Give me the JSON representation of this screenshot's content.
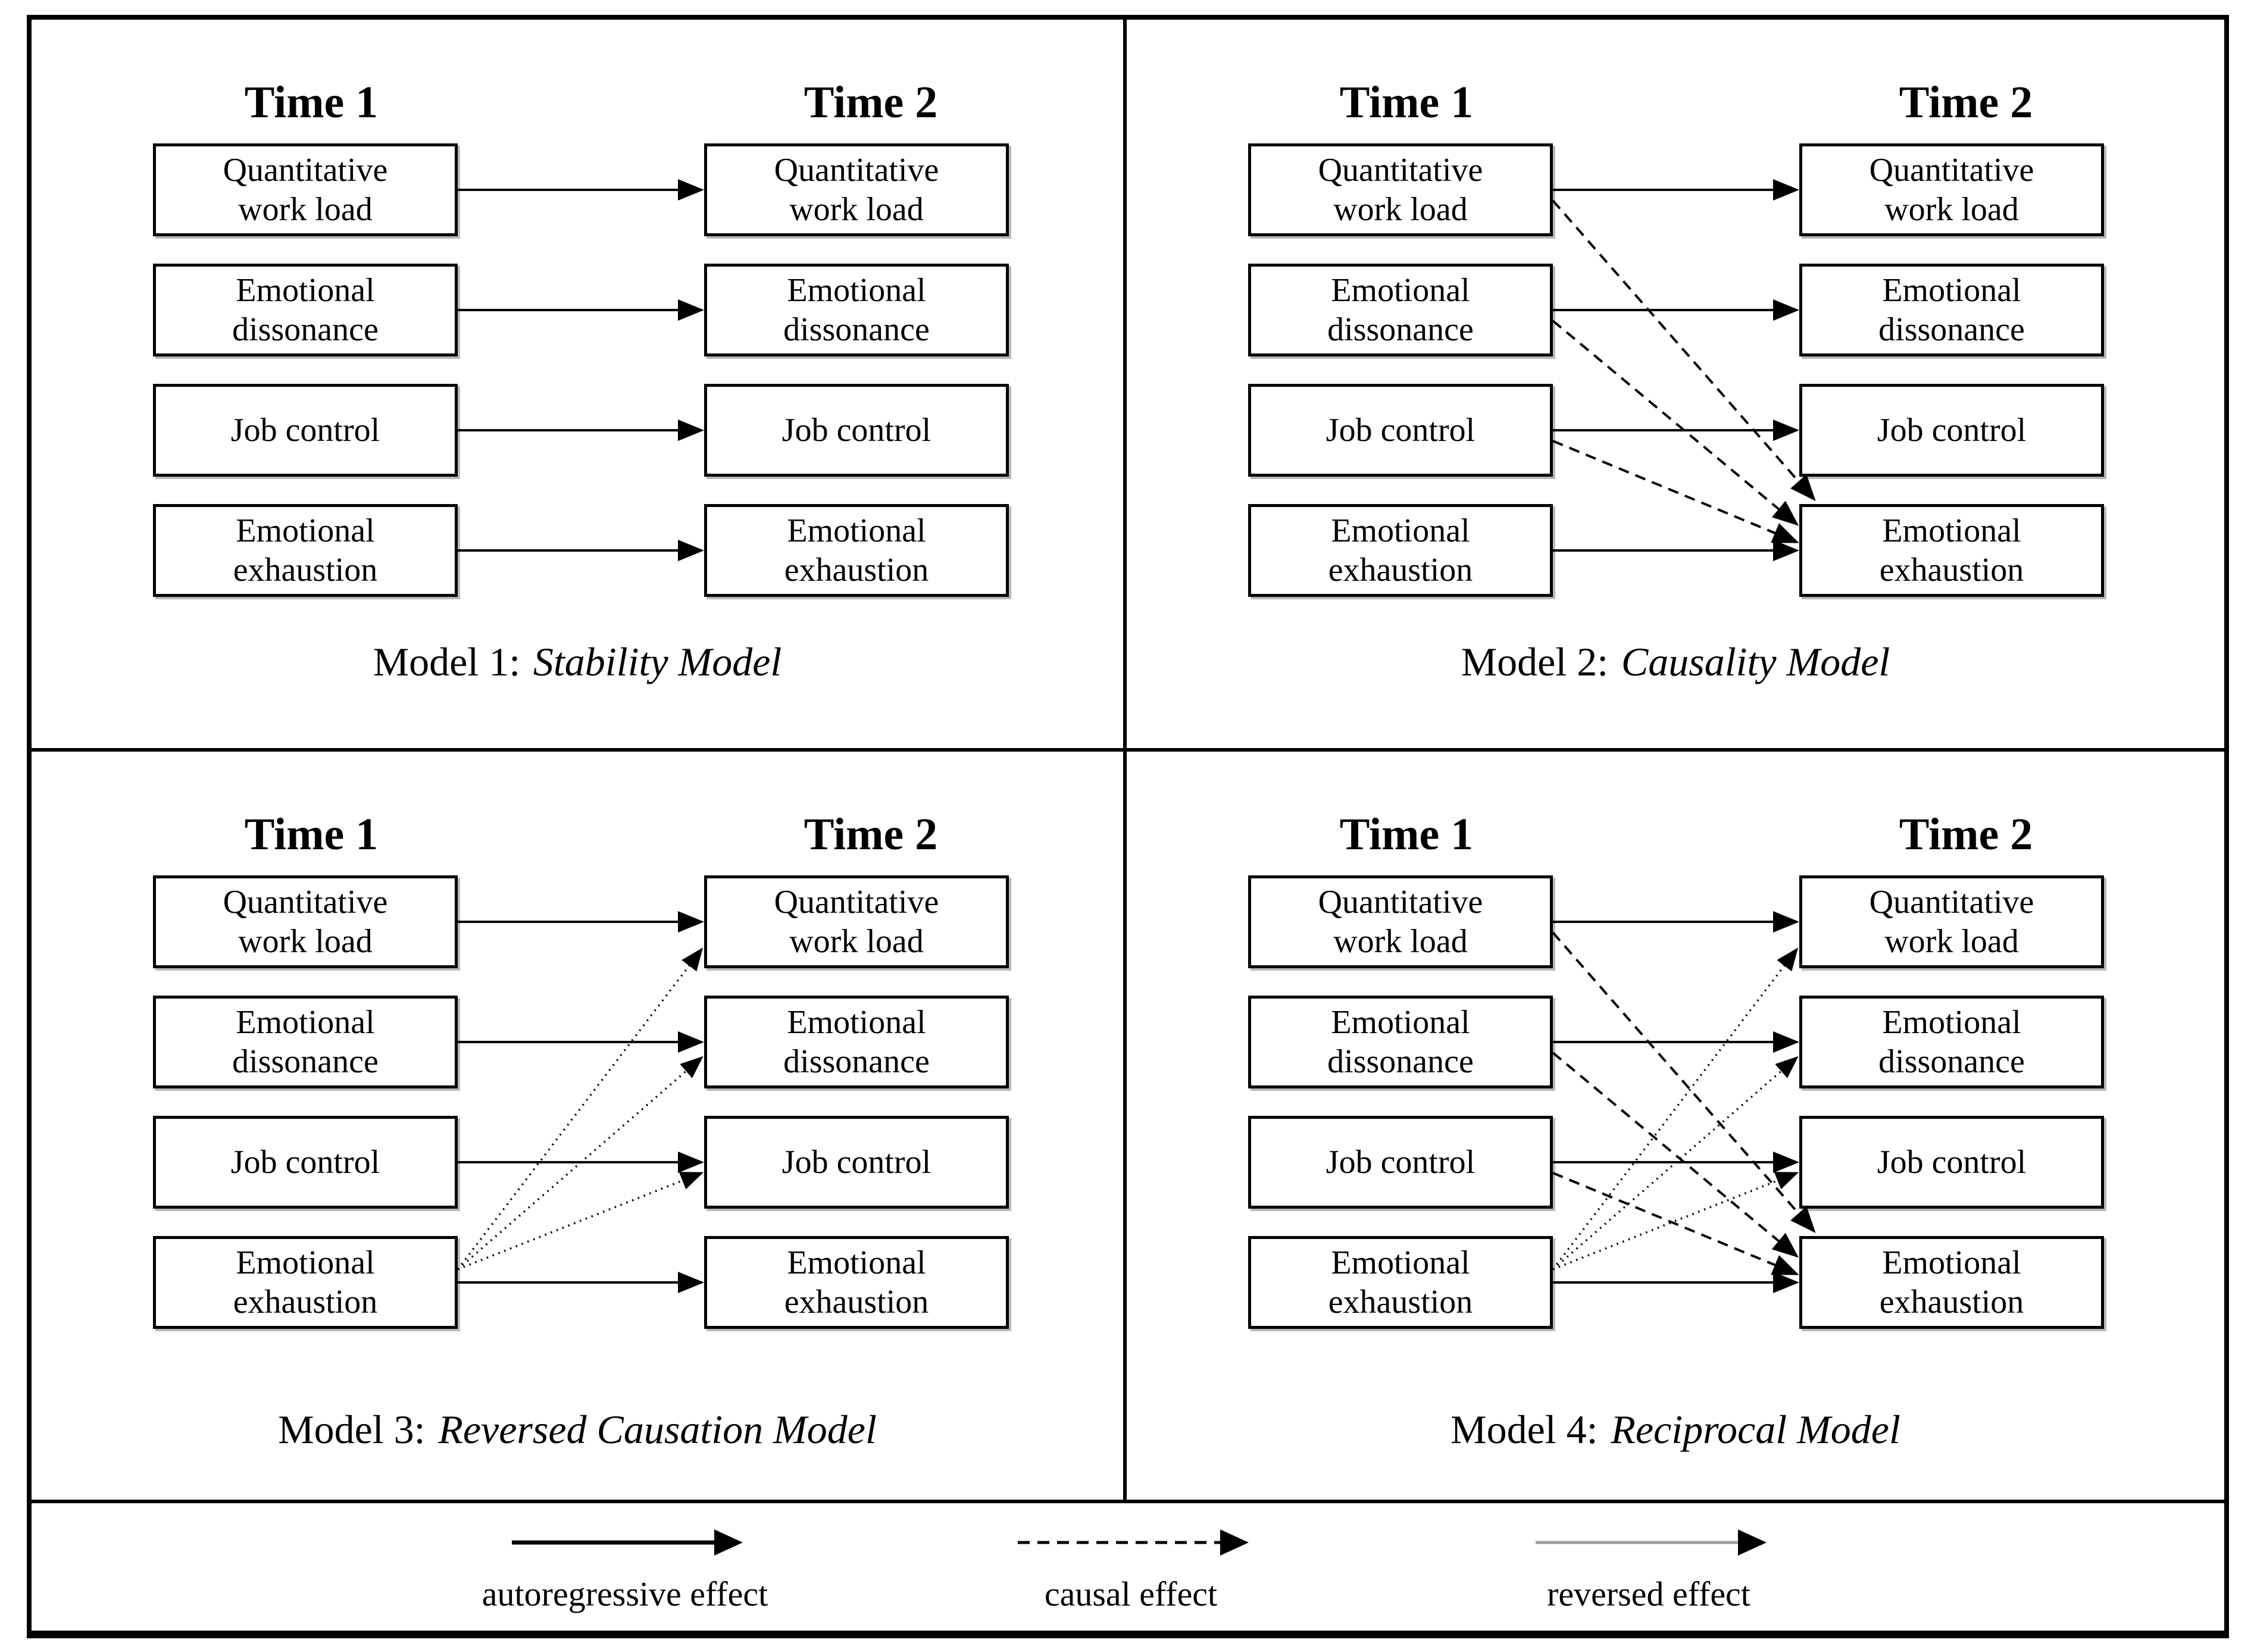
{
  "figure": {
    "columns": {
      "time1": "Time 1",
      "time2": "Time 2"
    },
    "node_labels": [
      "Quantitative\nwork load",
      "Emotional\ndissonance",
      "Job control",
      "Emotional\nexhaustion"
    ],
    "panels": [
      {
        "caption_prefix": "Model 1:",
        "caption_title": "Stability Model",
        "connections": [
          {
            "from": 0,
            "to": 0,
            "type": "autoregressive"
          },
          {
            "from": 1,
            "to": 1,
            "type": "autoregressive"
          },
          {
            "from": 2,
            "to": 2,
            "type": "autoregressive"
          },
          {
            "from": 3,
            "to": 3,
            "type": "autoregressive"
          }
        ]
      },
      {
        "caption_prefix": "Model 2:",
        "caption_title": "Causality Model",
        "connections": [
          {
            "from": 0,
            "to": 0,
            "type": "autoregressive"
          },
          {
            "from": 1,
            "to": 1,
            "type": "autoregressive"
          },
          {
            "from": 2,
            "to": 2,
            "type": "autoregressive"
          },
          {
            "from": 3,
            "to": 3,
            "type": "autoregressive"
          },
          {
            "from": 0,
            "to": 3,
            "type": "causal"
          },
          {
            "from": 1,
            "to": 3,
            "type": "causal"
          },
          {
            "from": 2,
            "to": 3,
            "type": "causal"
          }
        ]
      },
      {
        "caption_prefix": "Model 3:",
        "caption_title": "Reversed Causation Model",
        "connections": [
          {
            "from": 0,
            "to": 0,
            "type": "autoregressive"
          },
          {
            "from": 1,
            "to": 1,
            "type": "autoregressive"
          },
          {
            "from": 2,
            "to": 2,
            "type": "autoregressive"
          },
          {
            "from": 3,
            "to": 3,
            "type": "autoregressive"
          },
          {
            "from": 3,
            "to": 0,
            "type": "reversed"
          },
          {
            "from": 3,
            "to": 1,
            "type": "reversed"
          },
          {
            "from": 3,
            "to": 2,
            "type": "reversed"
          }
        ]
      },
      {
        "caption_prefix": "Model 4:",
        "caption_title": "Reciprocal Model",
        "connections": [
          {
            "from": 0,
            "to": 0,
            "type": "autoregressive"
          },
          {
            "from": 1,
            "to": 1,
            "type": "autoregressive"
          },
          {
            "from": 2,
            "to": 2,
            "type": "autoregressive"
          },
          {
            "from": 3,
            "to": 3,
            "type": "autoregressive"
          },
          {
            "from": 0,
            "to": 3,
            "type": "causal"
          },
          {
            "from": 1,
            "to": 3,
            "type": "causal"
          },
          {
            "from": 2,
            "to": 3,
            "type": "causal"
          },
          {
            "from": 3,
            "to": 0,
            "type": "reversed"
          },
          {
            "from": 3,
            "to": 1,
            "type": "reversed"
          },
          {
            "from": 3,
            "to": 2,
            "type": "reversed"
          }
        ]
      }
    ],
    "legend": [
      {
        "type": "autoregressive",
        "label": "autoregressive effect"
      },
      {
        "type": "causal",
        "label": "causal effect"
      },
      {
        "type": "reversed",
        "label": "reversed effect"
      }
    ],
    "colors": {
      "ink": "#000000",
      "background": "#ffffff",
      "legend_reversed_line": "#9b9b9b"
    }
  }
}
